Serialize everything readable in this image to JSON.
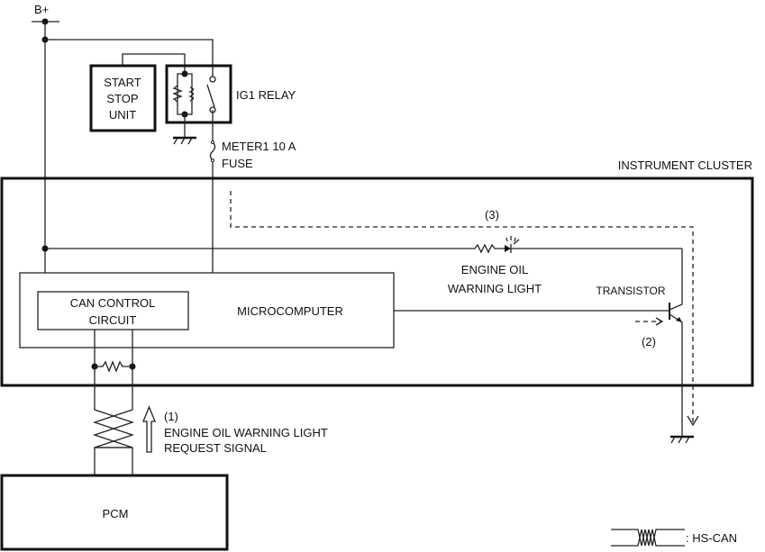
{
  "labels": {
    "b_plus": "B+",
    "start_stop_unit": [
      "START",
      "STOP",
      "UNIT"
    ],
    "ig1_relay": "IG1 RELAY",
    "fuse": [
      "METER1 10 A",
      "FUSE"
    ],
    "instrument_cluster": "INSTRUMENT CLUSTER",
    "step3": "(3)",
    "engine_oil_warning_light": [
      "ENGINE OIL",
      "WARNING LIGHT"
    ],
    "transistor": "TRANSISTOR",
    "step2": "(2)",
    "can_control_circuit": [
      "CAN CONTROL",
      "CIRCUIT"
    ],
    "microcomputer": "MICROCOMPUTER",
    "step1": "(1)",
    "request_signal": [
      "ENGINE OIL WARNING LIGHT",
      "REQUEST SIGNAL"
    ],
    "pcm": "PCM",
    "legend_hs_can": ": HS-CAN"
  }
}
